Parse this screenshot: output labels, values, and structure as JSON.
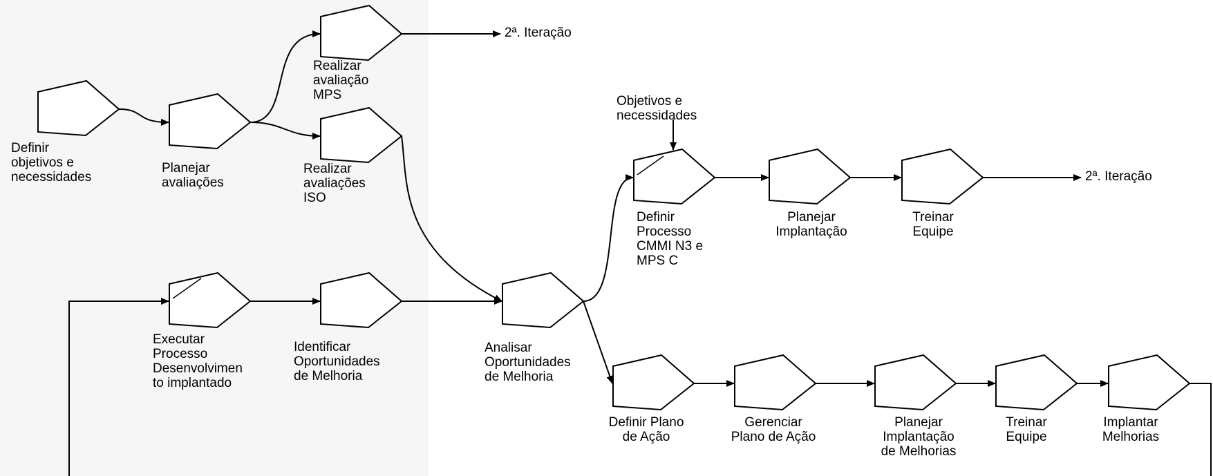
{
  "colors": {
    "stroke": "#000000",
    "left_region": "#f6f6f6",
    "background": "#ffffff"
  },
  "diagram": {
    "steps": [
      {
        "id": "definir-objetivos",
        "label": "Definir\nobjetivos e\nnecessidades"
      },
      {
        "id": "planejar-avaliacoes",
        "label": "Planejar\navaliações"
      },
      {
        "id": "realizar-mps",
        "label": "Realizar\navaliação\nMPS"
      },
      {
        "id": "realizar-iso",
        "label": "Realizar\navaliações\nISO"
      },
      {
        "id": "executar-processo",
        "label": "Executar\nProcesso\nDesenvolvimen\nto implantado"
      },
      {
        "id": "identificar-oportunidades",
        "label": "Identificar\nOportunidades\nde Melhoria"
      },
      {
        "id": "analisar-oportunidades",
        "label": "Analisar\nOportunidades\nde Melhoria"
      },
      {
        "id": "definir-processo",
        "label": "Definir\nProcesso\nCMMI N3 e\nMPS C"
      },
      {
        "id": "planejar-implantacao",
        "label": "Planejar\nImplantação"
      },
      {
        "id": "treinar-equipe-1",
        "label": "Treinar\nEquipe"
      },
      {
        "id": "definir-plano",
        "label": "Definir Plano\nde Ação"
      },
      {
        "id": "gerenciar-plano",
        "label": "Gerenciar\nPlano de Ação"
      },
      {
        "id": "planejar-implantacao-melhorias",
        "label": "Planejar\nImplantação\nde Melhorias"
      },
      {
        "id": "treinar-equipe-2",
        "label": "Treinar\nEquipe"
      },
      {
        "id": "implantar-melhorias",
        "label": "Implantar\nMelhorias"
      }
    ],
    "annotations": {
      "iteracao_top": "2ª. Iteração",
      "iteracao_right": "2ª. Iteração",
      "objetivos_input": "Objetivos e\nnecessidades"
    }
  }
}
